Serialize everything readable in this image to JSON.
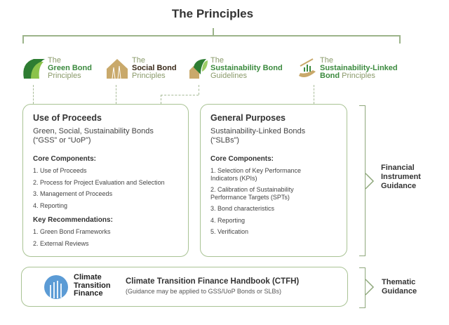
{
  "title": "The Principles",
  "logos": [
    {
      "the": "The",
      "name": "Green Bond",
      "suffix": "Principles"
    },
    {
      "the": "The",
      "name": "Social Bond",
      "suffix": "Principles"
    },
    {
      "the": "The",
      "name": "Sustainability Bond",
      "suffix": "Guidelines"
    },
    {
      "the": "The",
      "name": "Sustainability-Linked",
      "name2": "Bond",
      "suffix": "Principles"
    }
  ],
  "left": {
    "heading": "Use of Proceeds",
    "sub1": "Green, Social, Sustainability Bonds",
    "sub2": "(“GSS” or “UoP”)",
    "core_heading": "Core Components:",
    "core": [
      "1. Use of Proceeds",
      "2. Process for Project Evaluation and Selection",
      "3. Management of Proceeds",
      "4. Reporting"
    ],
    "rec_heading": "Key Recommendations:",
    "rec": [
      "1. Green Bond Frameworks",
      "2. External Reviews"
    ]
  },
  "right": {
    "heading": "General Purposes",
    "sub1": "Sustainability-Linked Bonds",
    "sub2": "(“SLBs”)",
    "core_heading": "Core Components:",
    "core": [
      "1. Selection of Key Performance Indicators (KPIs)",
      "2. Calibration of Sustainability Performance Targets (SPTs)",
      "3. Bond characteristics",
      "4. Reporting",
      "5. Verification"
    ]
  },
  "financial_label": [
    "Financial",
    "Instrument",
    "Guidance"
  ],
  "ctf": {
    "logo": [
      "Climate",
      "Transition",
      "Finance"
    ],
    "title": "Climate Transition Finance Handbook (CTFH)",
    "subtitle": "(Guidance may be applied to GSS/UoP Bonds or SLBs)"
  },
  "thematic_label": [
    "Thematic",
    "Guidance"
  ]
}
